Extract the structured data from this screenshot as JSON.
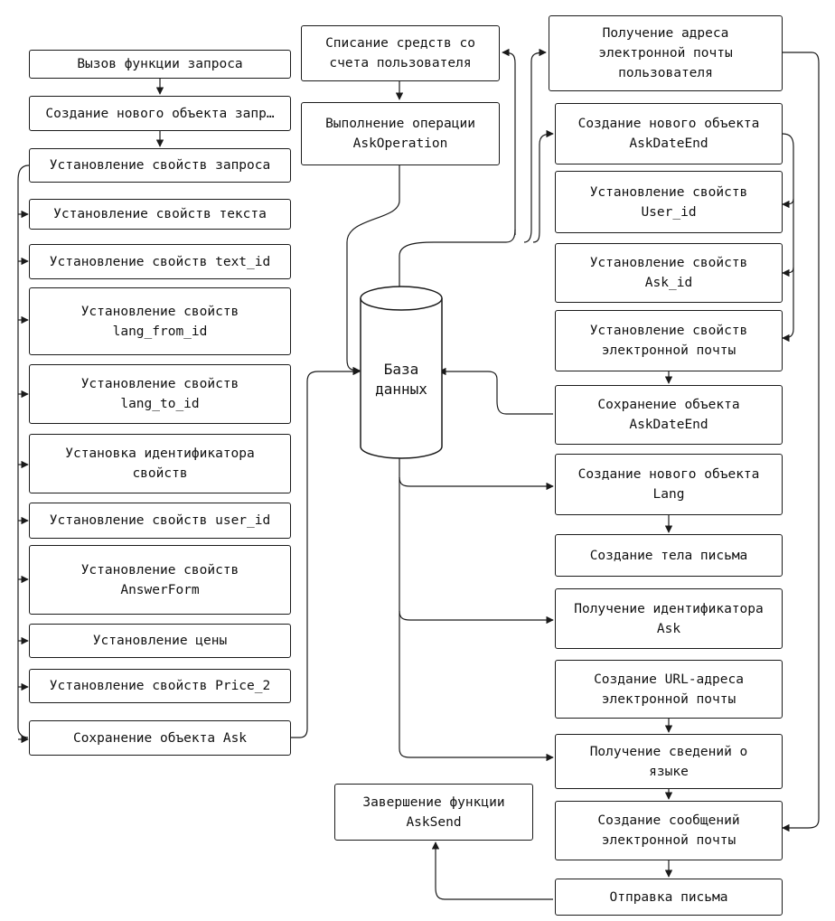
{
  "colors": {
    "stroke": "#1a1a1a",
    "background": "#ffffff",
    "text": "#111111"
  },
  "database": {
    "label": "База\nданных"
  },
  "left_column": {
    "call_function": "Вызов функции запроса",
    "create_request_object": "Создание нового объекта запр…",
    "set_request_props": "Установление свойств запроса",
    "set_text_props": "Установление свойств текста",
    "set_text_id": "Установление свойств text_id",
    "set_lang_from_id": "Установление свойств\nlang_from_id",
    "set_lang_to_id": "Установление свойств\nlang_to_id",
    "set_props_identifier": "Установка идентификатора\nсвойств",
    "set_user_id": "Установление свойств user_id",
    "set_answer_form": "Установление свойств\nAnswerForm",
    "set_price": "Установление цены",
    "set_price_2": "Установление свойств Price_2",
    "save_ask": "Сохранение объекта Ask"
  },
  "middle_column": {
    "debit_funds": "Списание средств со\nсчета пользователя",
    "ask_operation": "Выполнение операции\nAskOperation",
    "finish_ask_send": "Завершение функции\nAskSend"
  },
  "right_column": {
    "get_email": "Получение адреса\nэлектронной почты\nпользователя",
    "create_ask_date_end": "Создание нового объекта\nAskDateEnd",
    "set_user_id_prop": "Установление свойств\nUser_id",
    "set_ask_id_prop": "Установление свойств\nAsk_id",
    "set_email_prop": "Установление свойств\nэлектронной почты",
    "save_ask_date_end": "Сохранение объекта\nAskDateEnd",
    "create_lang": "Создание нового объекта\nLang",
    "create_letter_body": "Создание тела письма",
    "get_ask_id": "Получение идентификатора\nAsk",
    "create_email_url": "Создание URL-адреса\nэлектронной почты",
    "get_language_info": "Получение сведений о\nязыке",
    "create_email_messages": "Создание сообщений\nэлектронной почты",
    "send_letter": "Отправка письма"
  }
}
